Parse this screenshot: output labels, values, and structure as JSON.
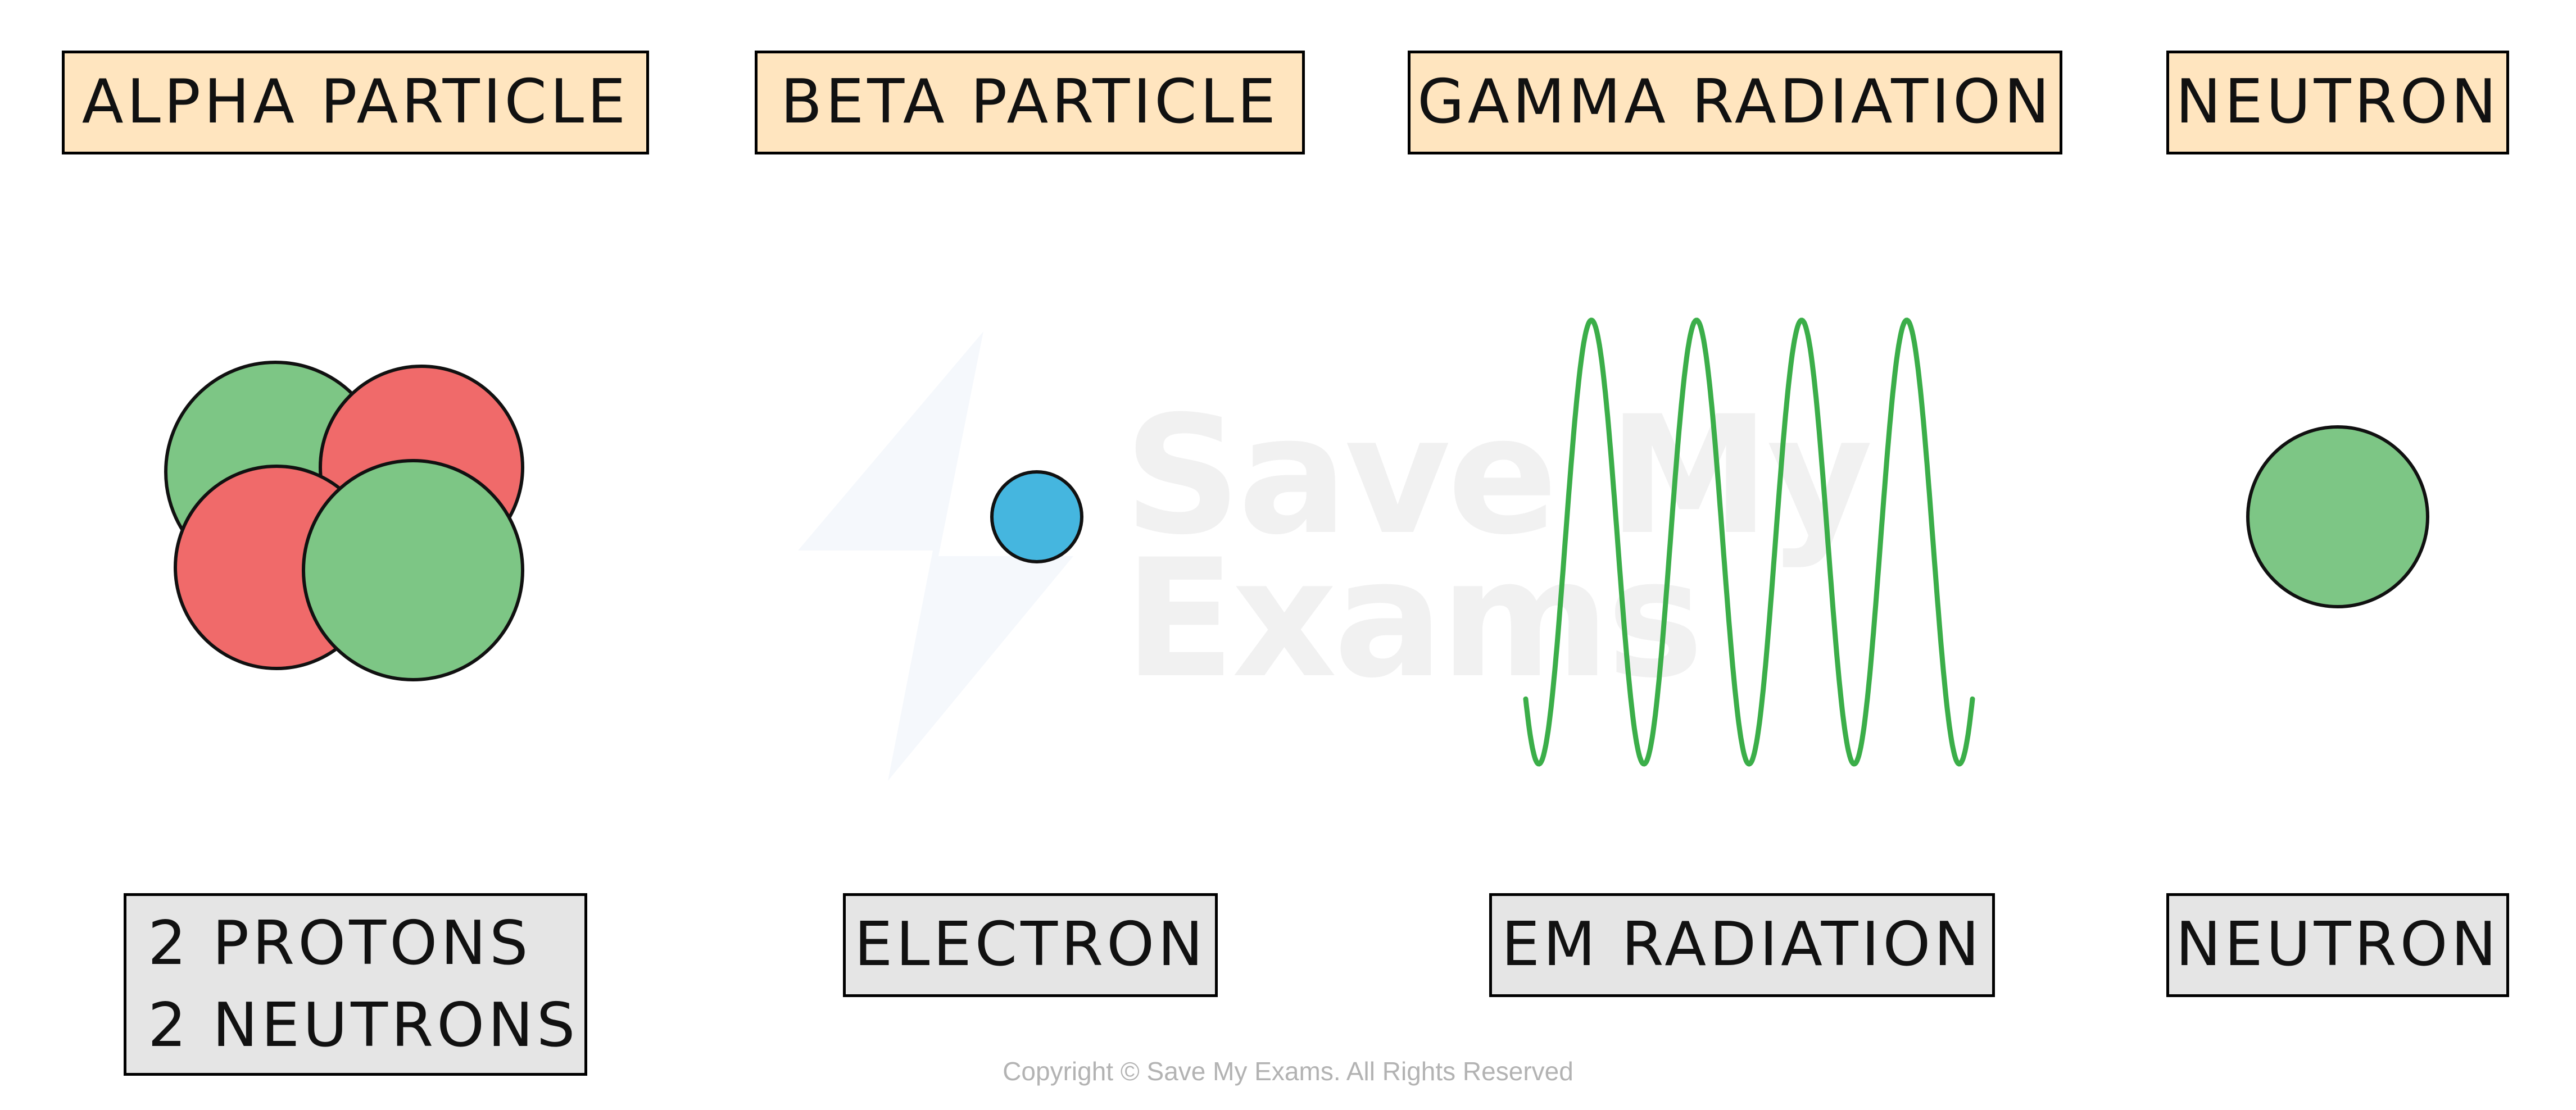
{
  "particles": [
    {
      "name": "ALPHA PARTICLE",
      "composition": [
        "2 PROTONS",
        "2 NEUTRONS"
      ]
    },
    {
      "name": "BETA PARTICLE",
      "composition": [
        "ELECTRON"
      ]
    },
    {
      "name": "GAMMA RADIATION",
      "composition": [
        "EM RADIATION"
      ]
    },
    {
      "name": "NEUTRON",
      "composition": [
        "NEUTRON"
      ]
    }
  ],
  "colors": {
    "title_box_fill": "#ffe5bf",
    "composition_box_fill": "#e5e5e5",
    "proton": "#f06a6a",
    "neutron": "#7dc685",
    "electron": "#45b6df",
    "em_wave": "#3bae49"
  },
  "watermark": [
    "Save My",
    "Exams"
  ],
  "copyright": "Copyright © Save My Exams. All Rights Reserved"
}
